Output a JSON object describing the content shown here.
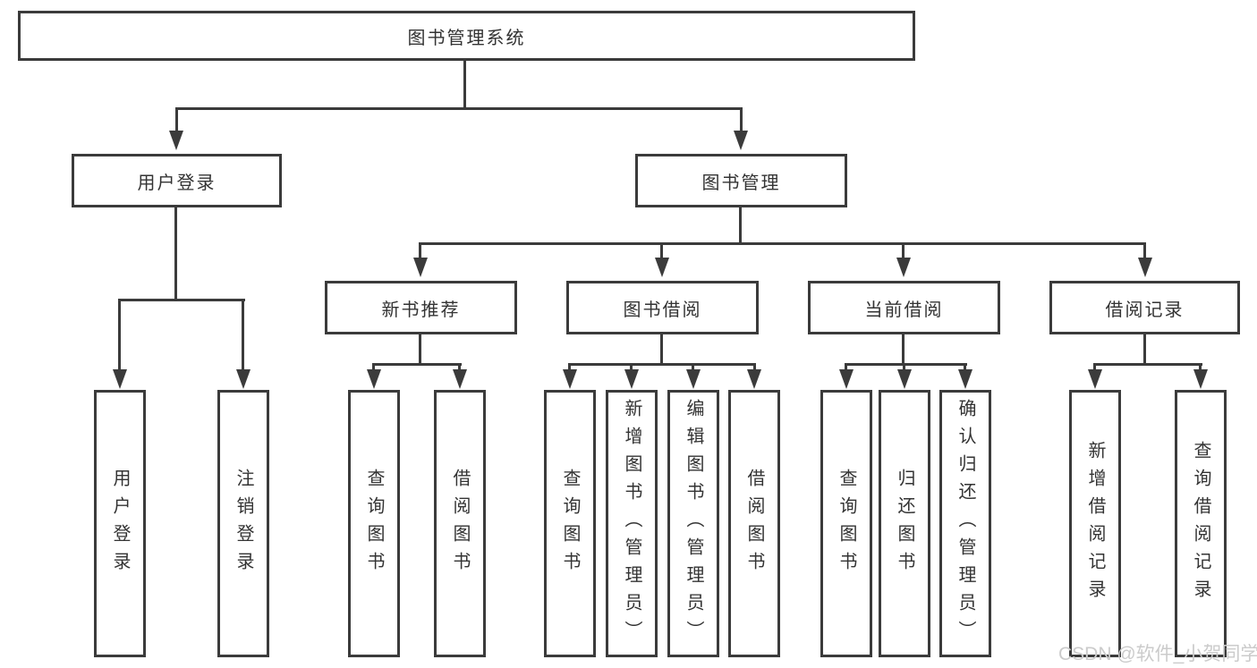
{
  "diagram": {
    "title": "图书管理系统",
    "root": {
      "label": "图书管理系统"
    },
    "level2": [
      {
        "label": "用户登录"
      },
      {
        "label": "图书管理"
      }
    ],
    "level3": [
      {
        "label": "新书推荐"
      },
      {
        "label": "图书借阅"
      },
      {
        "label": "当前借阅"
      },
      {
        "label": "借阅记录"
      }
    ],
    "leaves": [
      {
        "label": "用户登录",
        "parent": "用户登录"
      },
      {
        "label": "注销登录",
        "parent": "用户登录"
      },
      {
        "label": "查询图书",
        "parent": "新书推荐"
      },
      {
        "label": "借阅图书",
        "parent": "新书推荐"
      },
      {
        "label": "查询图书",
        "parent": "图书借阅"
      },
      {
        "label": "新增图书（管理员）",
        "parent": "图书借阅"
      },
      {
        "label": "编辑图书（管理员）",
        "parent": "图书借阅"
      },
      {
        "label": "借阅图书",
        "parent": "图书借阅"
      },
      {
        "label": "查询图书",
        "parent": "当前借阅"
      },
      {
        "label": "归还图书",
        "parent": "当前借阅"
      },
      {
        "label": "确认归还（管理员）",
        "parent": "当前借阅"
      },
      {
        "label": "新增借阅记录",
        "parent": "借阅记录"
      },
      {
        "label": "查询借阅记录",
        "parent": "借阅记录"
      }
    ]
  },
  "watermark": {
    "text": "CSDN @软件_小贺同学"
  },
  "colors": {
    "line": "#3b3b3b",
    "text": "#333333",
    "watermark": "#cbcbcb",
    "background": "#ffffff"
  }
}
